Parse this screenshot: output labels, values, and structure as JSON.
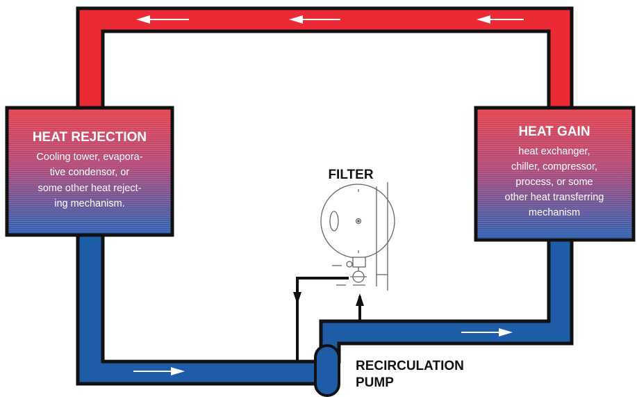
{
  "heat_rejection": {
    "title": "HEAT REJECTION",
    "lines": [
      "Cooling tower, evapora-",
      "tive condensor, or",
      "some other heat reject-",
      "ing mechanism."
    ]
  },
  "heat_gain": {
    "title": "HEAT GAIN",
    "lines": [
      "heat exchanger,",
      "chiller, compressor,",
      "process, or some",
      "other heat transferring",
      "mechanism"
    ]
  },
  "filter": {
    "label": "FILTER"
  },
  "pump": {
    "label_line1": "RECIRCULATION",
    "label_line2": "PUMP"
  },
  "colors": {
    "hot_pipe": "#ec2a35",
    "cold_pipe": "#1f5ca8",
    "outline": "#111111",
    "box_top": "#e4434f",
    "box_bottom": "#2c62b3",
    "arrow": "#ffffff"
  }
}
